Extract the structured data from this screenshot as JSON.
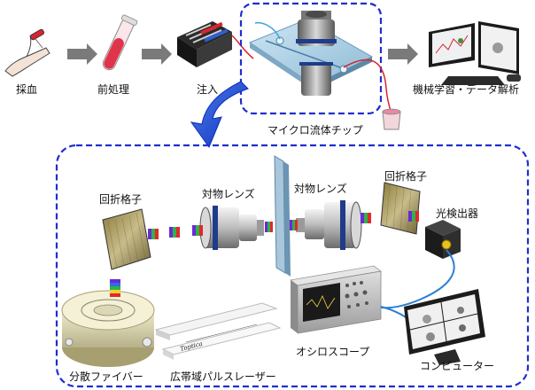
{
  "top_flow": {
    "blood_draw": "採血",
    "pretreatment": "前処理",
    "injection": "注入",
    "microfluidic_chip": "マイクロ流体チップ",
    "ml_analysis": "機械学習・データ解析"
  },
  "optics": {
    "grating_left": "回折格子",
    "objective_left": "対物レンズ",
    "objective_right": "対物レンズ",
    "grating_right": "回折格子",
    "photodetector": "光検出器",
    "dispersion_fiber": "分散ファイバー",
    "broadband_laser": "広帯域パルスレーザー",
    "oscilloscope": "オシロスコープ",
    "computer": "コンピューター"
  },
  "laser_brand": "Toptica",
  "colors": {
    "accent_blue": "#1f2fd0",
    "arrow_gray": "#7a7a7a",
    "blood_red": "#d8242f",
    "cable_blue": "#2a7fd4"
  }
}
